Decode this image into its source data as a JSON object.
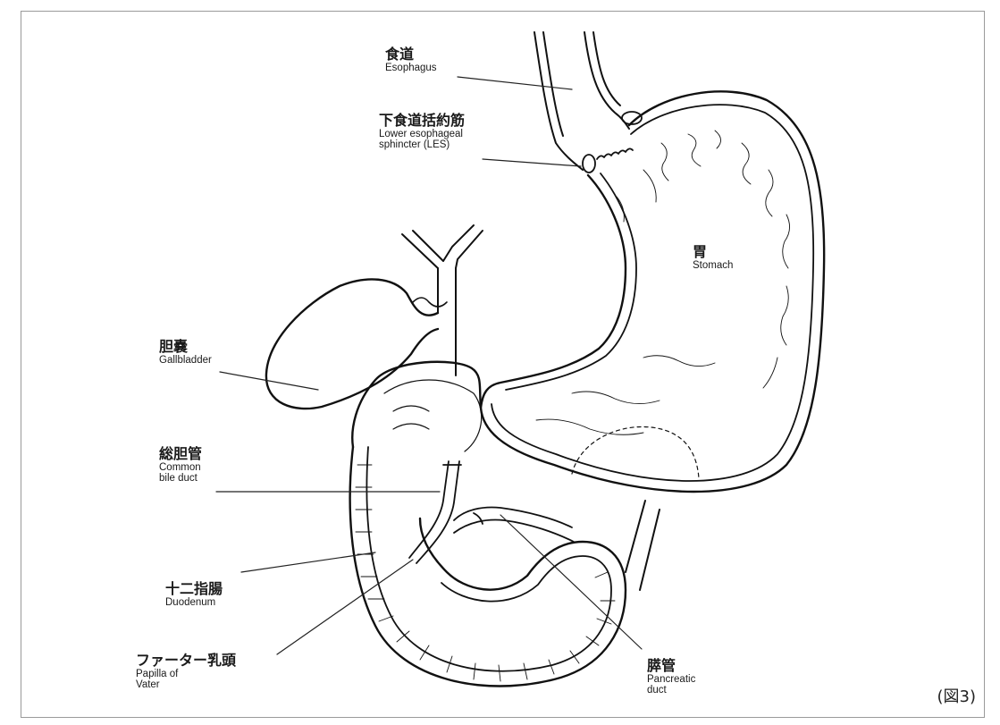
{
  "labels": {
    "esophagus": {
      "ja": "食道",
      "en": "Esophagus"
    },
    "les": {
      "ja": "下食道括約筋",
      "en_line1": "Lower esophageal",
      "en_line2": "sphincter (LES)"
    },
    "stomach": {
      "ja": "胃",
      "en": "Stomach"
    },
    "gallbladder": {
      "ja": "胆嚢",
      "en": "Gallbladder"
    },
    "common_bile_duct": {
      "ja": "総胆管",
      "en_line1": "Common",
      "en_line2": "bile duct"
    },
    "duodenum": {
      "ja": "十二指腸",
      "en": "Duodenum"
    },
    "papilla": {
      "ja": "ファーター乳頭",
      "en_line1": "Papilla of",
      "en_line2": "Vater"
    },
    "pancreatic_duct": {
      "ja": "膵管",
      "en_line1": "Pancreatic",
      "en_line2": "duct"
    }
  },
  "figure_number": "(図3)",
  "colors": {
    "line": "#111111",
    "frame": "#9a9a9a",
    "background": "#ffffff"
  }
}
